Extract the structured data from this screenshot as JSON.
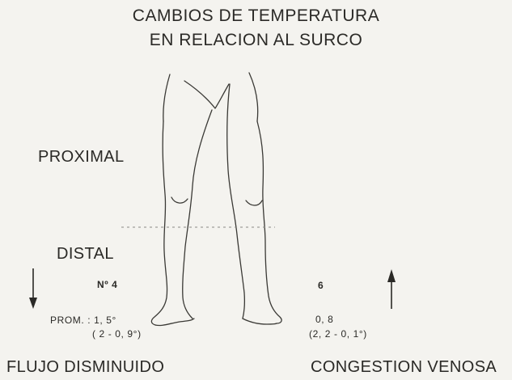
{
  "title": {
    "line1": "CAMBIOS DE TEMPERATURA",
    "line2": "EN RELACION AL SURCO"
  },
  "labels": {
    "proximal": "PROXIMAL",
    "distal": "DISTAL"
  },
  "left_group": {
    "case_number": "Nº 4",
    "average": "PROM. : 1, 5°",
    "range": "( 2 - 0, 9°)",
    "caption": "FLUJO DISMINUIDO",
    "arrow_direction": "down"
  },
  "right_group": {
    "case_number": "6",
    "average": "0, 8",
    "range": "(2, 2 - 0, 1°)",
    "caption": "CONGESTION VENOSA",
    "arrow_direction": "up"
  },
  "colors": {
    "background": "#f4f3ef",
    "ink": "#2a2926"
  },
  "icons": [
    "legs-illustration",
    "arrow-down-icon",
    "arrow-up-icon"
  ]
}
